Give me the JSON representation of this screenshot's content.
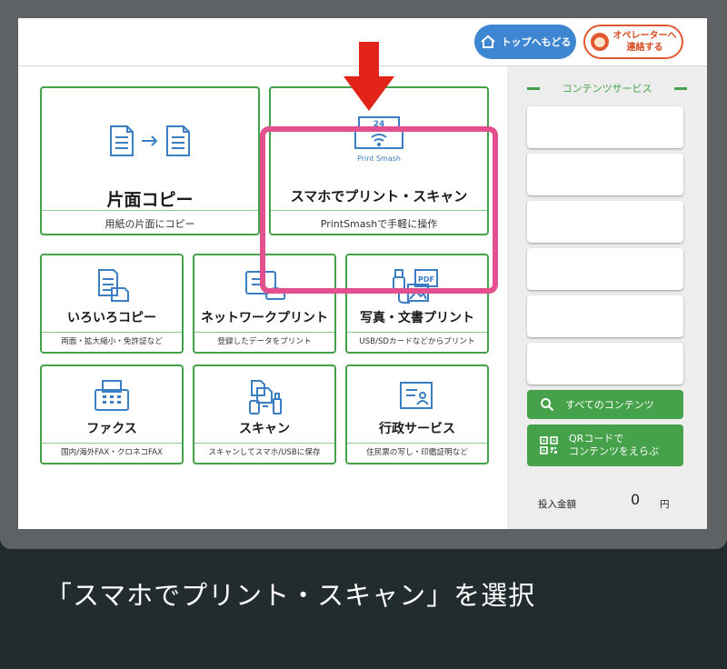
{
  "header": {
    "home_label": "トップへもどる",
    "operator_line1": "オペレーターへ",
    "operator_line2": "連絡する"
  },
  "tiles": [
    {
      "title": "片面コピー",
      "sub": "用紙の片面にコピー",
      "icon": "copy-icon"
    },
    {
      "title": "スマホでプリント・スキャン",
      "sub": "PrintSmashで手軽に操作",
      "icon": "printsmash-icon",
      "icon_text_top": "24",
      "icon_text_bottom": "Print Smash"
    },
    {
      "title": "いろいろコピー",
      "sub": "両面・拡大縮小・免許証など",
      "icon": "multi-copy-icon"
    },
    {
      "title": "ネットワークプリント",
      "sub": "登録したデータをプリント",
      "icon": "network-print-icon"
    },
    {
      "title": "写真・文書プリント",
      "sub": "USB/SDカードなどからプリント",
      "icon": "photo-doc-icon",
      "icon_text": "PDF"
    },
    {
      "title": "ファクス",
      "sub": "国内/海外FAX・クロネコFAX",
      "icon": "fax-icon"
    },
    {
      "title": "スキャン",
      "sub": "スキャンしてスマホ/USBに保存",
      "icon": "scan-icon"
    },
    {
      "title": "行政サービス",
      "sub": "住民票の写し・印鑑証明など",
      "icon": "admin-service-icon"
    }
  ],
  "sidebar": {
    "heading": "コンテンツサービス",
    "all_contents": "すべてのコンテンツ",
    "qr_line1": "QRコードで",
    "qr_line2": "コンテンツをえらぶ",
    "money_label": "投入金額",
    "money_value": "0",
    "money_unit": "円"
  },
  "caption": "「スマホでプリント・スキャン」を選択",
  "colors": {
    "green": "#46a24a",
    "blue": "#3f86d2",
    "highlight": "#e2508f",
    "arrow": "#e2231a",
    "icon_blue": "#3b7ec4"
  }
}
